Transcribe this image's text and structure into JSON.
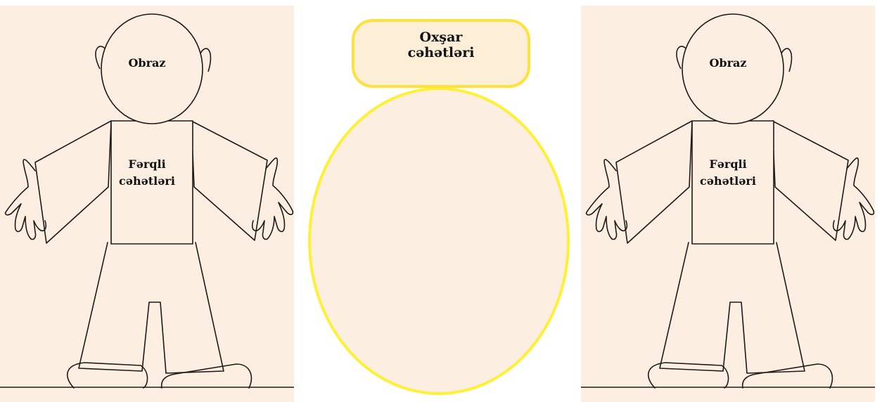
{
  "diagram": {
    "left_figure": {
      "head_label": "Obraz",
      "torso_label_line1": "Fərqli",
      "torso_label_line2": "cəhətləri"
    },
    "right_figure": {
      "head_label": "Obraz",
      "torso_label_line1": "Fərqli",
      "torso_label_line2": "cəhətləri"
    },
    "center": {
      "title_line1": "Oxşar",
      "title_line2": "cəhətləri"
    },
    "colors": {
      "panel_background": "#fdeee2",
      "ellipse_border": "#fdf036",
      "title_box_border": "#fde23c",
      "line_color": "#1e1a18"
    }
  }
}
